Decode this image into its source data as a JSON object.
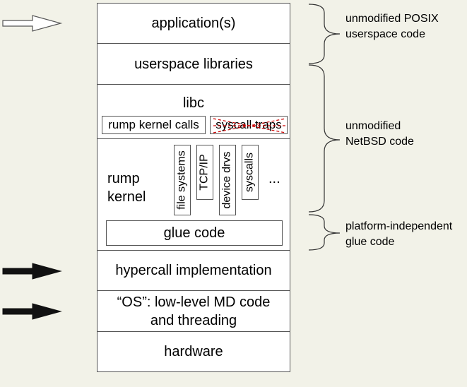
{
  "layers": {
    "applications": "application(s)",
    "userspace_libraries": "userspace libraries",
    "libc": "libc",
    "rump_kernel_calls": "rump kernel calls",
    "syscall_traps": "syscall traps",
    "rump_kernel_line1": "rump",
    "rump_kernel_line2": "kernel",
    "components": [
      "file systems",
      "TCP/IP",
      "device drvs",
      "syscalls"
    ],
    "ellipsis": "...",
    "glue_code": "glue code",
    "hypercall_implementation": "hypercall implementation",
    "os_line1": "“OS”: low-level MD code",
    "os_line2": "and threading",
    "hardware": "hardware"
  },
  "annotations": {
    "posix_line1": "unmodified POSIX",
    "posix_line2": "userspace code",
    "netbsd_line1": "unmodified",
    "netbsd_line2": "NetBSD code",
    "glue_line1": "platform-independent",
    "glue_line2": "glue code"
  },
  "arrows": [
    {
      "style": "hollow"
    },
    {
      "style": "solid"
    },
    {
      "style": "solid"
    }
  ],
  "colors": {
    "background": "#f2f2e8",
    "box_fill": "#ffffff",
    "border": "#555555",
    "strike": "#cc0000"
  }
}
